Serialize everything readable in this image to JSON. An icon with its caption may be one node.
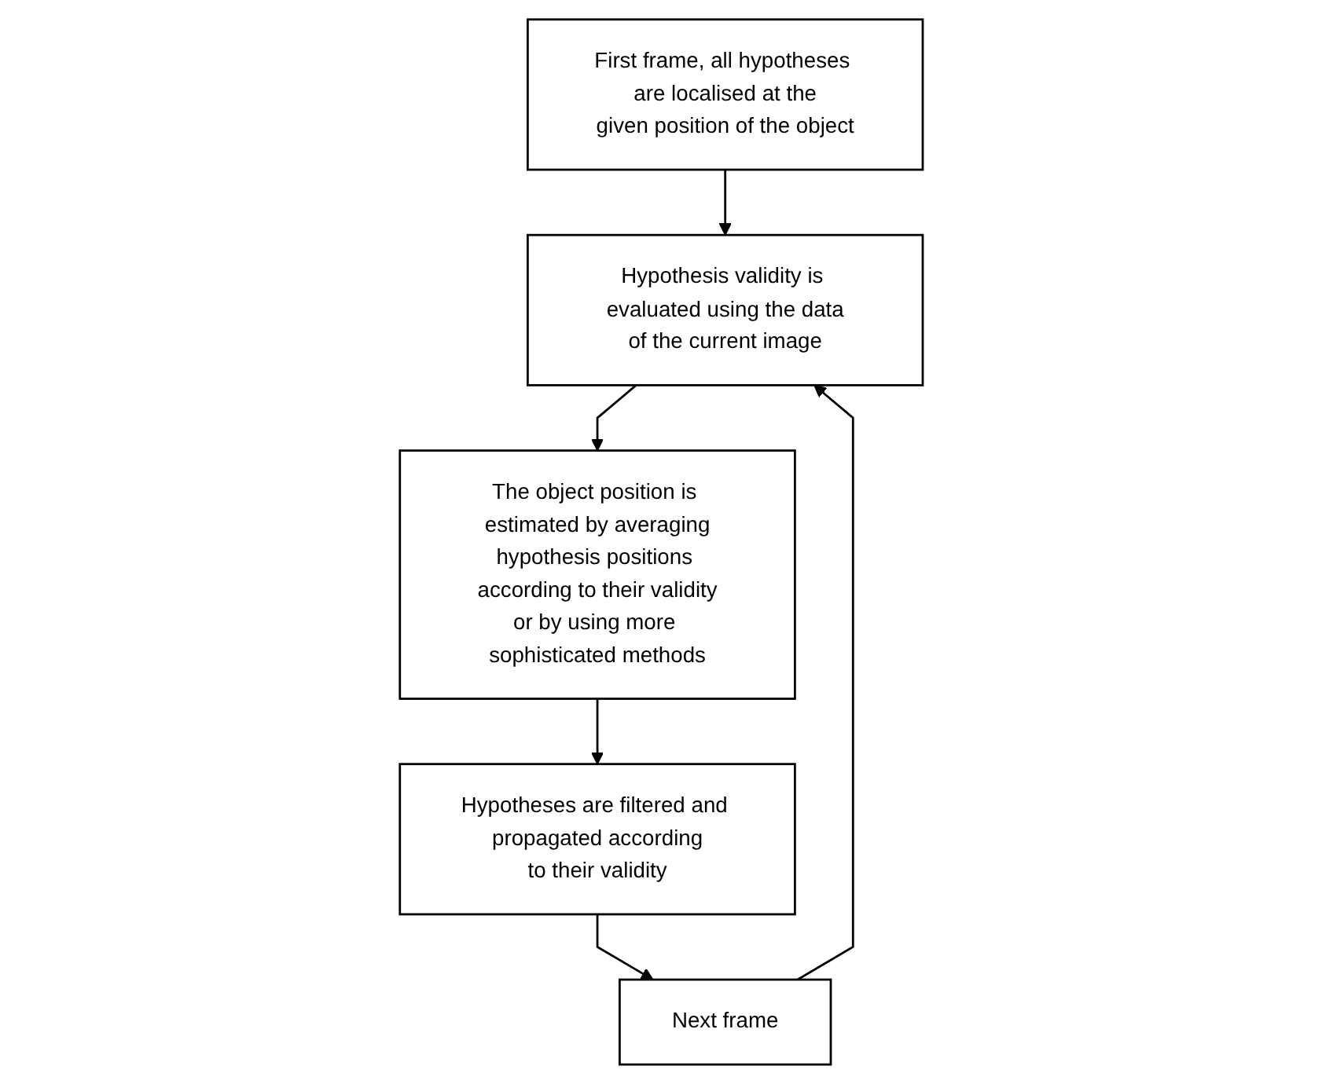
{
  "diagram": {
    "nodes": [
      {
        "text": [
          "First frame, all hypotheses are localised at the given position of the object"
        ]
      },
      {
        "text": [
          "Hypothesis validity is evaluated using the data of the current image"
        ]
      },
      {
        "text": [
          "The object position is estimated by averaging hypothesis positions according to their validity or by using more sophisticated methods"
        ]
      },
      {
        "text": [
          "Hypotheses are filtered and propagated according to their validity"
        ]
      },
      {
        "text": [
          "Next frame"
        ]
      }
    ],
    "edges": [
      {
        "from": 0,
        "to": 1,
        "arrow": "to"
      },
      {
        "from": 1,
        "to": 2,
        "arrow": "to"
      },
      {
        "from": 2,
        "to": 3,
        "arrow": "to"
      },
      {
        "from": 3,
        "to": 4,
        "arrow": "to"
      },
      {
        "from": 4,
        "to": 1,
        "arrow": "to"
      }
    ]
  }
}
